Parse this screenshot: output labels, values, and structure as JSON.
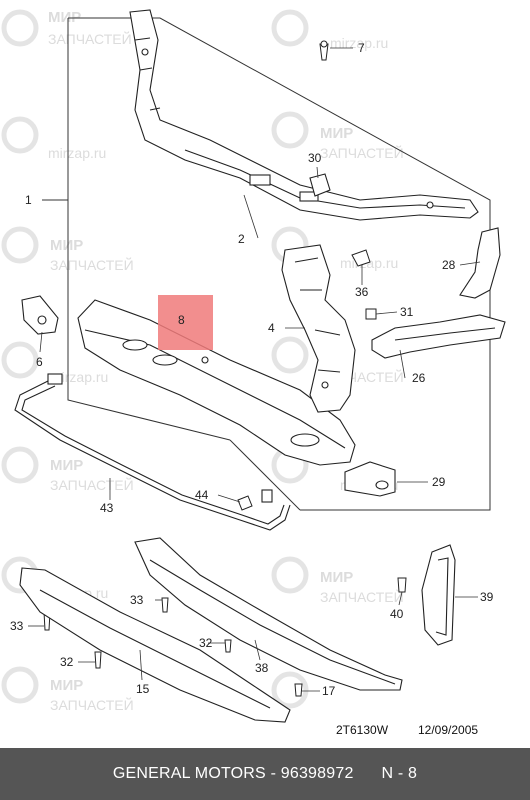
{
  "watermark": {
    "brand_top": "МИР",
    "brand_bottom": "ЗАПЧАСТЕЙ",
    "url": "mirzap.ru"
  },
  "callouts": {
    "c1": "1",
    "c2": "2",
    "c4": "4",
    "c6": "6",
    "c7": "7",
    "c8": "8",
    "c15": "15",
    "c17": "17",
    "c26": "26",
    "c28": "28",
    "c29": "29",
    "c30": "30",
    "c31": "31",
    "c32a": "32",
    "c32b": "32",
    "c33a": "33",
    "c33b": "33",
    "c36": "36",
    "c38": "38",
    "c39": "39",
    "c40": "40",
    "c43": "43",
    "c44": "44"
  },
  "drawing_code": "2T6130W",
  "drawing_date": "12/09/2005",
  "footer": {
    "maker": "GENERAL MOTORS",
    "part_number": "96398972",
    "section": "N - 8"
  },
  "colors": {
    "highlight": "#f07a7a",
    "footer_bg": "#555555",
    "line": "#333333"
  }
}
